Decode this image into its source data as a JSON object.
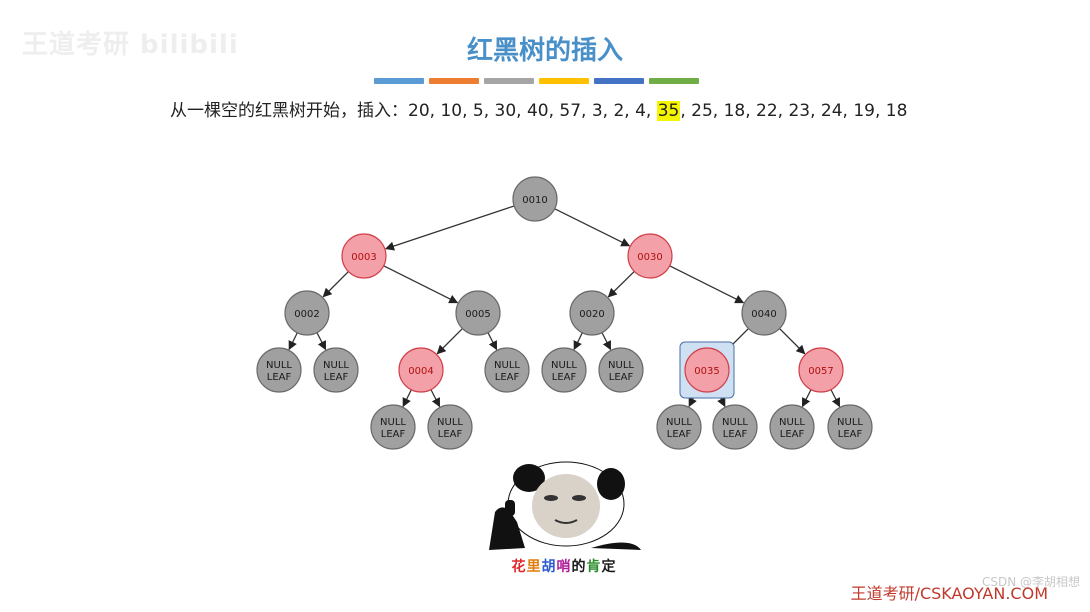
{
  "watermark": "王道考研 bilibili",
  "title": "红黑树的插入",
  "header_bar_colors": [
    "#5b9bd5",
    "#ed7d31",
    "#a5a5a5",
    "#ffc000",
    "#4472c4",
    "#70ad47"
  ],
  "sequence": {
    "prefix": "从一棵空的红黑树开始，插入：",
    "before": "20, 10, 5, 30, 40, 57, 3, 2, 4, ",
    "highlight": "35",
    "after": ", 25, 18, 22, 23, 24, 19, 18",
    "highlight_color": "#f5f500"
  },
  "tree": {
    "nodes": [
      {
        "id": "n10",
        "label": "0010",
        "color": "black"
      },
      {
        "id": "n3",
        "label": "0003",
        "color": "red"
      },
      {
        "id": "n30",
        "label": "0030",
        "color": "red"
      },
      {
        "id": "n2",
        "label": "0002",
        "color": "black"
      },
      {
        "id": "n5",
        "label": "0005",
        "color": "black"
      },
      {
        "id": "n20",
        "label": "0020",
        "color": "black"
      },
      {
        "id": "n40",
        "label": "0040",
        "color": "black"
      },
      {
        "id": "l1",
        "label": "NULL\nLEAF",
        "color": "black"
      },
      {
        "id": "l2",
        "label": "NULL\nLEAF",
        "color": "black"
      },
      {
        "id": "n4",
        "label": "0004",
        "color": "red"
      },
      {
        "id": "l3",
        "label": "NULL\nLEAF",
        "color": "black"
      },
      {
        "id": "l4",
        "label": "NULL\nLEAF",
        "color": "black"
      },
      {
        "id": "l5",
        "label": "NULL\nLEAF",
        "color": "black"
      },
      {
        "id": "n35",
        "label": "0035",
        "color": "red",
        "selected": true
      },
      {
        "id": "n57",
        "label": "0057",
        "color": "red"
      },
      {
        "id": "l6",
        "label": "NULL\nLEAF",
        "color": "black"
      },
      {
        "id": "l7",
        "label": "NULL\nLEAF",
        "color": "black"
      },
      {
        "id": "l8",
        "label": "NULL\nLEAF",
        "color": "black"
      },
      {
        "id": "l9",
        "label": "NULL\nLEAF",
        "color": "black"
      },
      {
        "id": "l10",
        "label": "NULL\nLEAF",
        "color": "black"
      },
      {
        "id": "l11",
        "label": "NULL\nLEAF",
        "color": "black"
      }
    ],
    "edges": [
      [
        "n10",
        "n3"
      ],
      [
        "n10",
        "n30"
      ],
      [
        "n3",
        "n2"
      ],
      [
        "n3",
        "n5"
      ],
      [
        "n30",
        "n20"
      ],
      [
        "n30",
        "n40"
      ],
      [
        "n2",
        "l1"
      ],
      [
        "n2",
        "l2"
      ],
      [
        "n5",
        "n4"
      ],
      [
        "n5",
        "l3"
      ],
      [
        "n20",
        "l4"
      ],
      [
        "n20",
        "l5"
      ],
      [
        "n40",
        "n35"
      ],
      [
        "n40",
        "n57"
      ],
      [
        "n4",
        "l6"
      ],
      [
        "n4",
        "l7"
      ],
      [
        "n35",
        "l8"
      ],
      [
        "n35",
        "l9"
      ],
      [
        "n57",
        "l10"
      ],
      [
        "n57",
        "l11"
      ]
    ],
    "black_fill": "#a0a0a0",
    "red_fill": "#f4a0a8"
  },
  "sticker": {
    "icon": "panda-thumbs-up-meme-icon",
    "caption_chars": [
      {
        "ch": "花",
        "color": "#e0282a"
      },
      {
        "ch": "里",
        "color": "#e07d10"
      },
      {
        "ch": "胡",
        "color": "#2a5bd0"
      },
      {
        "ch": "哨",
        "color": "#b0209a"
      },
      {
        "ch": "的",
        "color": "#1a1a1a"
      },
      {
        "ch": "肯",
        "color": "#2a8a2a"
      },
      {
        "ch": "定",
        "color": "#1a1a1a"
      }
    ]
  },
  "footer": {
    "text": "王道考研/CSKAOYAN.COM",
    "csdn_watermark": "CSDN @李胡相想"
  }
}
